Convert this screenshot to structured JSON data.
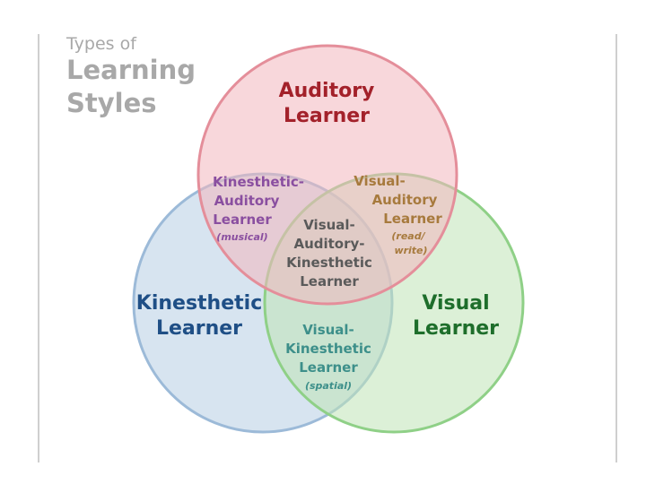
{
  "title": {
    "line1": "Types of",
    "line2": "Learning",
    "line3": "Styles"
  },
  "colors": {
    "auditory": "#a3212a",
    "kinesthetic": "#1f4f86",
    "visual": "#1e6e2b",
    "kinesthetic_auditory": "#8a4fa0",
    "visual_auditory": "#a77a3d",
    "center": "#5a5a5a",
    "visual_kinesthetic": "#3d8f8a"
  },
  "circles": {
    "auditory": {
      "line1": "Auditory",
      "line2": "Learner"
    },
    "kinesthetic": {
      "line1": "Kinesthetic",
      "line2": "Learner"
    },
    "visual": {
      "line1": "Visual",
      "line2": "Learner"
    }
  },
  "overlaps": {
    "kinesthetic_auditory": {
      "line1": "Kinesthetic-",
      "line2": "Auditory",
      "line3": "Learner",
      "note": "(musical)"
    },
    "visual_auditory": {
      "line1": "Visual-",
      "line2": "Auditory",
      "line3": "Learner",
      "note1": "(read/",
      "note2": "write)"
    },
    "center": {
      "line1": "Visual-",
      "line2": "Auditory-",
      "line3": "Kinesthetic",
      "line4": "Learner"
    },
    "visual_kinesthetic": {
      "line1": "Visual-",
      "line2": "Kinesthetic",
      "line3": "Learner",
      "note": "(spatial)"
    }
  }
}
